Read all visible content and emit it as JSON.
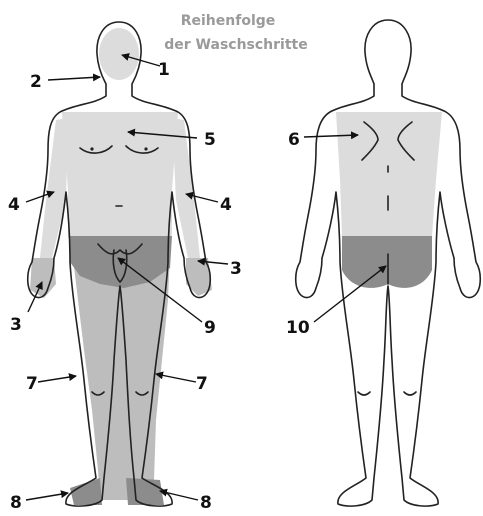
{
  "title_line1": "Reihenfolge",
  "title_line2": "der Waschschritte",
  "labels": {
    "n1": "1",
    "n2": "2",
    "n3_right_hand": "3",
    "n3_left_hand": "3",
    "n4_left_arm": "4",
    "n4_right_arm": "4",
    "n5": "5",
    "n6": "6",
    "n7_left_leg": "7",
    "n7_right_leg": "7",
    "n8_left_foot": "8",
    "n8_right_foot": "8",
    "n9": "9",
    "n10": "10"
  },
  "colors": {
    "light_area": "#dcdcdc",
    "mid_area": "#bdbdbd",
    "dark_area": "#8c8c8c",
    "title": "#9a9a9a"
  }
}
